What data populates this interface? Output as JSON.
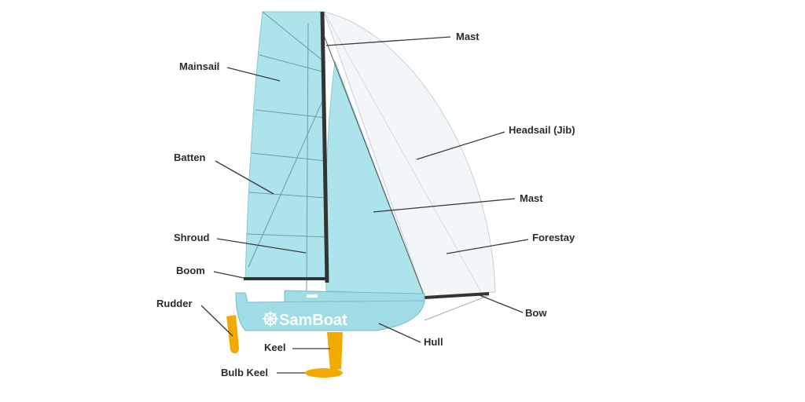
{
  "brand": {
    "logo_text": "SamBoat"
  },
  "colors": {
    "sail": "#ade4ec",
    "headsail": "#f2f6f8",
    "hull": "#9fdce6",
    "keel": "#f2a900",
    "mast": "#333333",
    "leader": "#3a3a3a",
    "label": "#2b2b2b"
  },
  "labels": {
    "mast_top": "Mast",
    "mainsail": "Mainsail",
    "headsail": "Headsail (Jib)",
    "batten": "Batten",
    "mast_mid": "Mast",
    "shroud": "Shroud",
    "forestay": "Forestay",
    "boom": "Boom",
    "rudder": "Rudder",
    "bow": "Bow",
    "hull": "Hull",
    "keel": "Keel",
    "bulb_keel": "Bulb Keel"
  }
}
